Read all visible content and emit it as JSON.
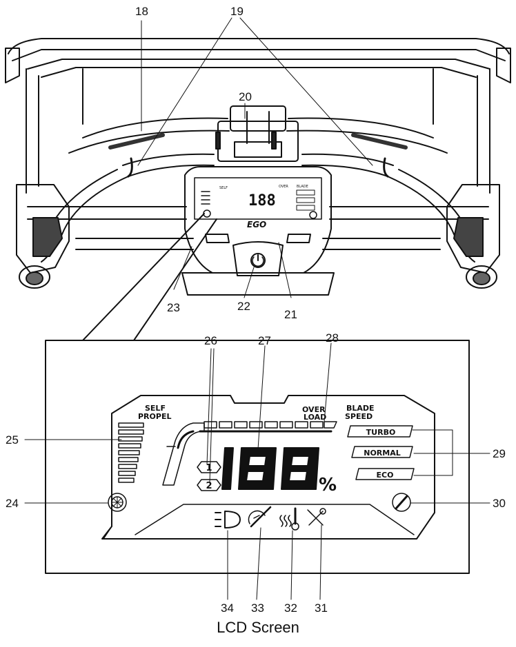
{
  "callouts": {
    "c18": "18",
    "c19": "19",
    "c20": "20",
    "c21": "21",
    "c22": "22",
    "c23": "23",
    "c24": "24",
    "c25": "25",
    "c26": "26",
    "c27": "27",
    "c28": "28",
    "c29": "29",
    "c30": "30",
    "c31": "31",
    "c32": "32",
    "c33": "33",
    "c34": "34"
  },
  "lcd": {
    "self_propel_line1": "SELF",
    "self_propel_line2": "PROPEL",
    "overload_line1": "OVER",
    "overload_line2": "LOAD",
    "blade_speed_line1": "BLADE",
    "blade_speed_line2": "SPEED",
    "speed_modes": [
      "TURBO",
      "NORMAL",
      "ECO"
    ],
    "gear_1": "1",
    "gear_2": "2",
    "percent_value": "188",
    "percent_sign": "%",
    "brand": "EGO"
  },
  "caption": "LCD Screen"
}
